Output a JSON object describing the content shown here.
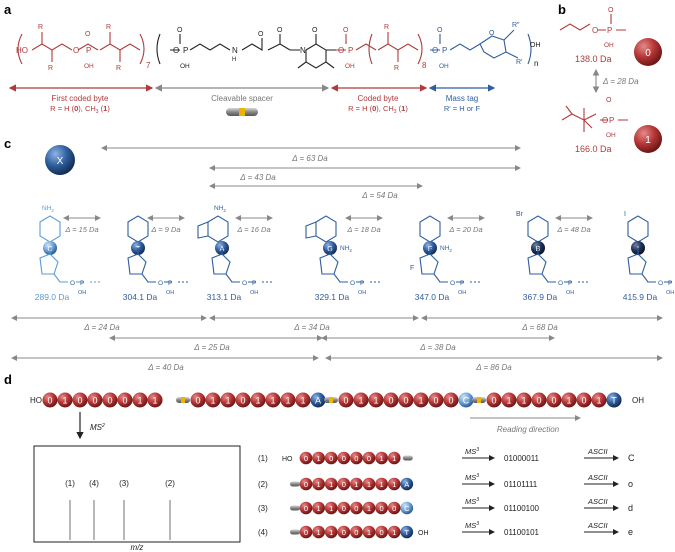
{
  "panels": {
    "a": "a",
    "b": "b",
    "c": "c",
    "d": "d"
  },
  "a": {
    "seg1_label": "First coded byte",
    "seg1_sub_pre": "R = H (",
    "seg1_sub_0": "0",
    "seg1_sub_mid": "), CH",
    "seg1_sub_3": "3",
    "seg1_sub_open": " (",
    "seg1_sub_1": "1",
    "seg1_sub_close": ")",
    "seg2_label": "Cleavable spacer",
    "seg3_label": "Coded byte",
    "seg4_label": "Mass tag",
    "seg4_sub": "R′ = H or F",
    "sub_7": "7",
    "sub_8": "8",
    "sub_n": "n",
    "ho": "HO",
    "oh": "OH",
    "r": "R",
    "o": "O",
    "p": "P",
    "n": "N",
    "h": "H",
    "r2": "R″",
    "r1": "R′"
  },
  "b": {
    "mass0": "138.0 Da",
    "mass1": "166.0 Da",
    "delta": "Δ = 28 Da",
    "bead0": "0",
    "bead1": "1"
  },
  "c": {
    "bead_x": "X",
    "nucleotides": [
      {
        "letter": "C",
        "mass": "289.0 Da"
      },
      {
        "letter": "T",
        "mass": "304.1 Da"
      },
      {
        "letter": "A",
        "mass": "313.1 Da"
      },
      {
        "letter": "G",
        "mass": "329.1 Da"
      },
      {
        "letter": "F",
        "mass": "347.0 Da"
      },
      {
        "letter": "B",
        "mass": "367.9 Da"
      },
      {
        "letter": "I",
        "mass": "415.9 Da"
      }
    ],
    "adjacent_deltas": [
      "Δ = 15 Da",
      "Δ = 9 Da",
      "Δ = 16 Da",
      "Δ = 18 Da",
      "Δ = 20 Da",
      "Δ = 48 Da"
    ],
    "top_deltas": [
      "Δ = 63 Da",
      "Δ = 43 Da",
      "Δ = 54 Da"
    ],
    "bottom_deltas": [
      "Δ = 24 Da",
      "Δ = 34 Da",
      "Δ = 68 Da",
      "Δ = 25 Da",
      "Δ = 38 Da",
      "Δ = 40 Da",
      "Δ = 86 Da"
    ],
    "nh2": "NH",
    "two": "2",
    "br": "Br",
    "f": "F",
    "i": "I"
  },
  "d": {
    "ho": "HO",
    "oh": "OH",
    "chain": [
      {
        "bits": "01000011",
        "tag": "A"
      },
      {
        "bits": "01101111",
        "tag": "C"
      },
      {
        "bits": "01100100",
        "tag": "T"
      },
      {
        "bits": "01100101",
        "tag": ""
      }
    ],
    "reading_direction": "Reading direction",
    "ms2": "MS",
    "ms2_sup": "2",
    "mz": "m/z",
    "peaks": [
      "(1)",
      "(4)",
      "(3)",
      "(2)"
    ],
    "rows": [
      {
        "idx": "(1)",
        "bits": "01000011",
        "tag": "",
        "ms": "MS",
        "ms_sup": "3",
        "code": "01000011",
        "ascii": "ASCII",
        "char": "C"
      },
      {
        "idx": "(2)",
        "bits": "01101111",
        "tag": "A",
        "ms": "MS",
        "ms_sup": "3",
        "code": "01101111",
        "ascii": "ASCII",
        "char": "o"
      },
      {
        "idx": "(3)",
        "bits": "01100100",
        "tag": "C",
        "ms": "MS",
        "ms_sup": "3",
        "code": "01100100",
        "ascii": "ASCII",
        "char": "d"
      },
      {
        "idx": "(4)",
        "bits": "01100101",
        "tag": "T",
        "ms": "MS",
        "ms_sup": "3",
        "code": "01100101",
        "ascii": "ASCII",
        "char": "e"
      }
    ]
  },
  "colors": {
    "red": "#b03a3a",
    "blue": "#2f5e9e",
    "lightblue": "#5b9bd5",
    "gray": "#888888"
  }
}
